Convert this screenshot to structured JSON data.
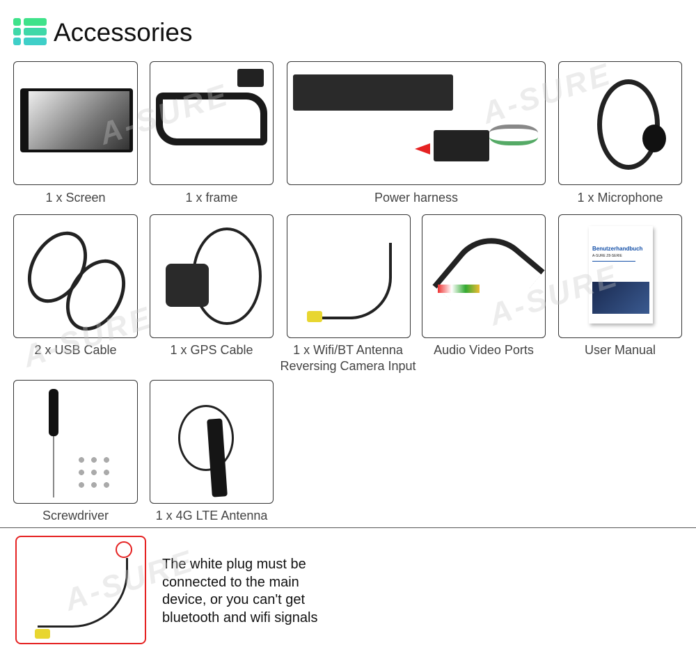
{
  "header": {
    "title": "Accessories",
    "icon": "list-icon",
    "icon_colors": [
      "#3fe28a",
      "#3fcfc8"
    ]
  },
  "watermark": "A-SURE",
  "items": [
    {
      "label": "1 x Screen",
      "image": "screen"
    },
    {
      "label": "1 x frame",
      "image": "frame"
    },
    {
      "label": "Power harness",
      "image": "power-harness"
    },
    {
      "label": "1 x Microphone",
      "image": "microphone"
    },
    {
      "label": "2 x USB Cable",
      "image": "usb-cable"
    },
    {
      "label": "1 x GPS Cable",
      "image": "gps-cable"
    },
    {
      "label": "1 x Wifi/BT Antenna",
      "label2": "Reversing Camera Input",
      "image": "antenna-cable"
    },
    {
      "label": "Audio Video Ports",
      "image": "av-ports"
    },
    {
      "label": "User Manual",
      "image": "manual",
      "manual_title": "Benutzerhandbuch",
      "manual_subtitle": "A-SURE Z8-SERIE"
    },
    {
      "label": "Screwdriver",
      "image": "screwdriver"
    },
    {
      "label": "1 x 4G LTE Antenna",
      "image": "lte-antenna"
    }
  ],
  "note": {
    "text": "The white plug must be connected to the main device, or you can't get bluetooth and wifi signals",
    "highlight_color": "#e52222"
  }
}
